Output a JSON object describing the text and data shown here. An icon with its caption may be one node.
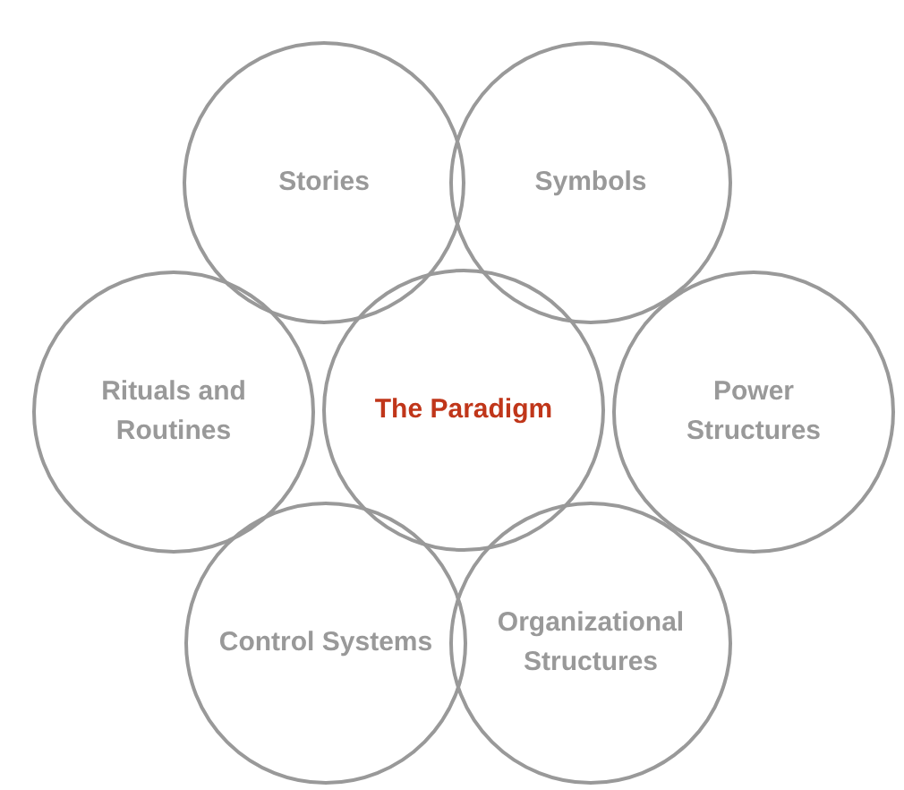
{
  "diagram": {
    "nodes": [
      {
        "text": [
          "Stories"
        ]
      },
      {
        "text": [
          "Symbols"
        ]
      },
      {
        "text": [
          "Rituals and Routines"
        ]
      },
      {
        "text": [
          "The Paradigm"
        ]
      },
      {
        "text": [
          "Power Structures"
        ]
      },
      {
        "text": [
          "Control Systems"
        ]
      },
      {
        "text": [
          "Organizational Structures"
        ]
      }
    ]
  }
}
